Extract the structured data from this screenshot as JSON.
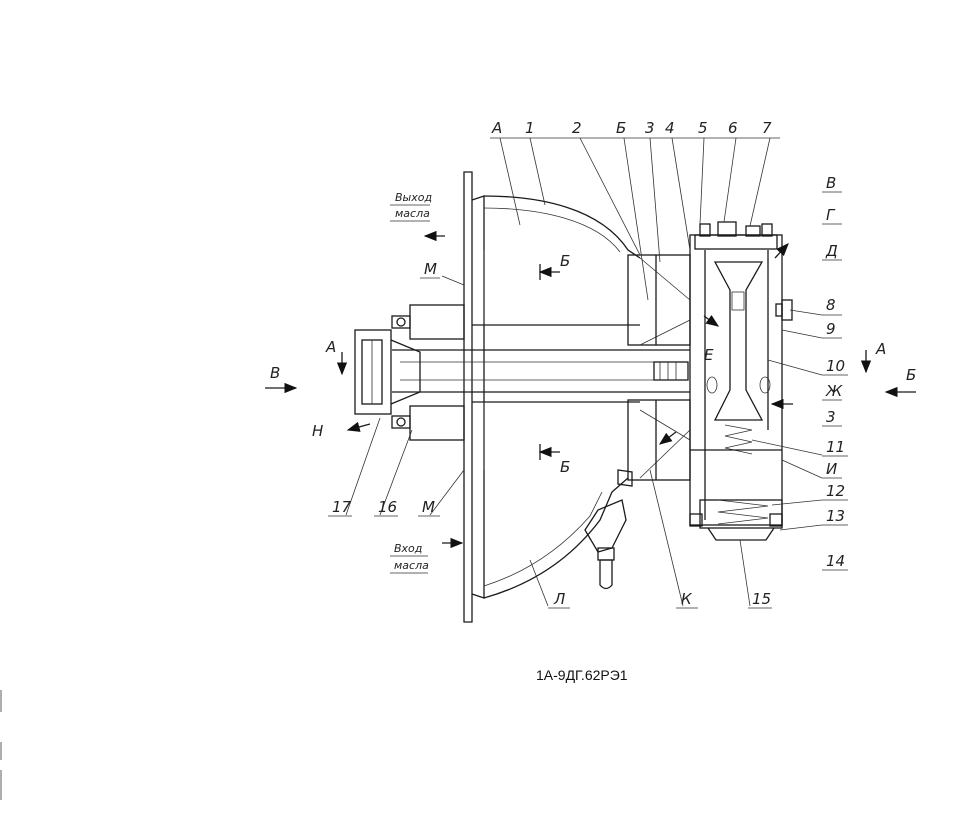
{
  "drawing_code": "1А-9ДГ.62РЭ1",
  "oil_outlet": {
    "line1": "Выход",
    "line2": "масла"
  },
  "oil_inlet": {
    "line1": "Вход",
    "line2": "масла"
  },
  "top_labels": [
    "А",
    "1",
    "2",
    "Б",
    "3",
    "4",
    "5",
    "6",
    "7"
  ],
  "right_labels": [
    "В",
    "Г",
    "Д",
    "8",
    "9",
    "10",
    "Ж",
    "3",
    "11",
    "И",
    "12",
    "13",
    "14"
  ],
  "bottom_labels": [
    "Л",
    "К",
    "15"
  ],
  "left_labels": [
    "М",
    "Н",
    "17",
    "16",
    "М"
  ],
  "section_marks": {
    "B_upper": "Б",
    "B_lower": "Б",
    "E": "Е",
    "A_left": "А",
    "V_left": "В",
    "A_right": "А",
    "B_right": "Б"
  }
}
